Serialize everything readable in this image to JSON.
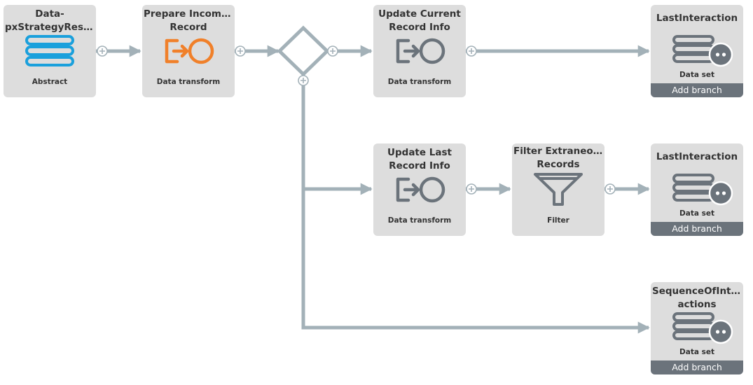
{
  "nodes": {
    "source": {
      "title_lines": [
        "Data-",
        "pxStrategyResu..."
      ],
      "type": "Abstract"
    },
    "prepare": {
      "title_lines": [
        "Prepare Incoming",
        "Record"
      ],
      "type": "Data transform"
    },
    "update_current": {
      "title_lines": [
        "Update Current",
        "Record Info"
      ],
      "type": "Data transform"
    },
    "last_interaction_1": {
      "title_lines": [
        "LastInteraction"
      ],
      "type": "Data set",
      "branch_label": "Add branch"
    },
    "update_last": {
      "title_lines": [
        "Update Last",
        "Record Info"
      ],
      "type": "Data transform"
    },
    "filter": {
      "title_lines": [
        "Filter Extraneous",
        "Records"
      ],
      "type": "Filter"
    },
    "last_interaction_2": {
      "title_lines": [
        "LastInteraction"
      ],
      "type": "Data set",
      "branch_label": "Add branch"
    },
    "sequence": {
      "title_lines": [
        "SequenceOfInter",
        "actions"
      ],
      "type": "Data set",
      "branch_label": "Add branch"
    }
  },
  "colors": {
    "node_bg": "#dddddd",
    "connector": "#a3b1b8",
    "source_icon": "#1aa0dc",
    "transform_icon_active": "#f0802a",
    "transform_icon": "#6b737b",
    "add_branch_bg": "#6b737b"
  },
  "icons": {
    "source": "stacked-layers-icon",
    "transform": "arrow-into-circle-icon",
    "filter": "funnel-icon",
    "dataset": "database-stack-icon"
  }
}
